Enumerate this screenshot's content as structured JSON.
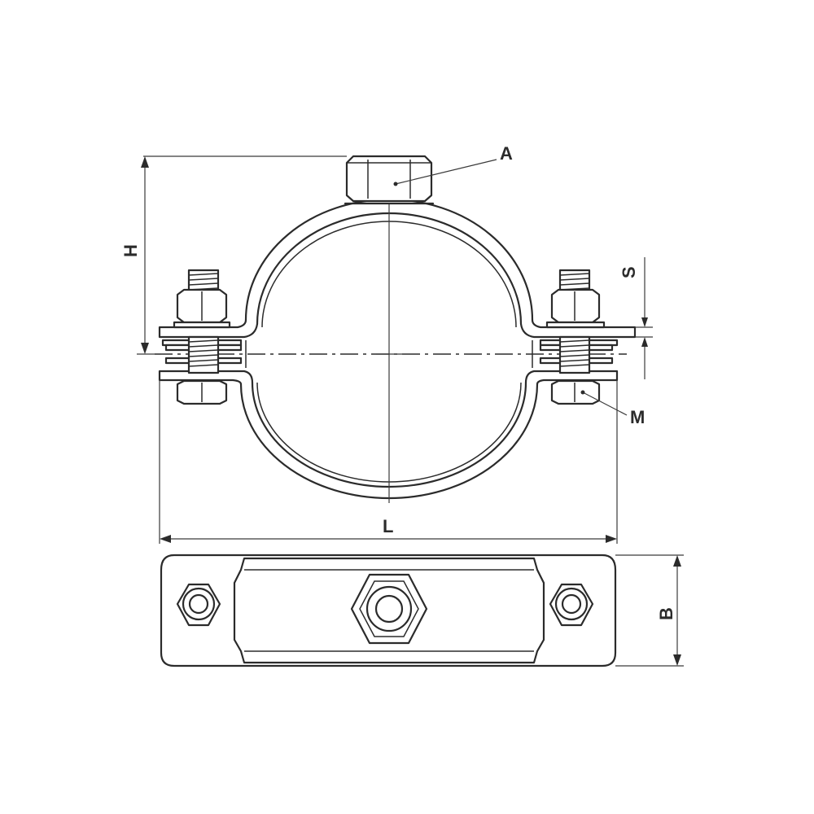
{
  "labels": {
    "a": "A",
    "h": "H",
    "s": "S",
    "m": "M",
    "l": "L",
    "b": "B"
  }
}
